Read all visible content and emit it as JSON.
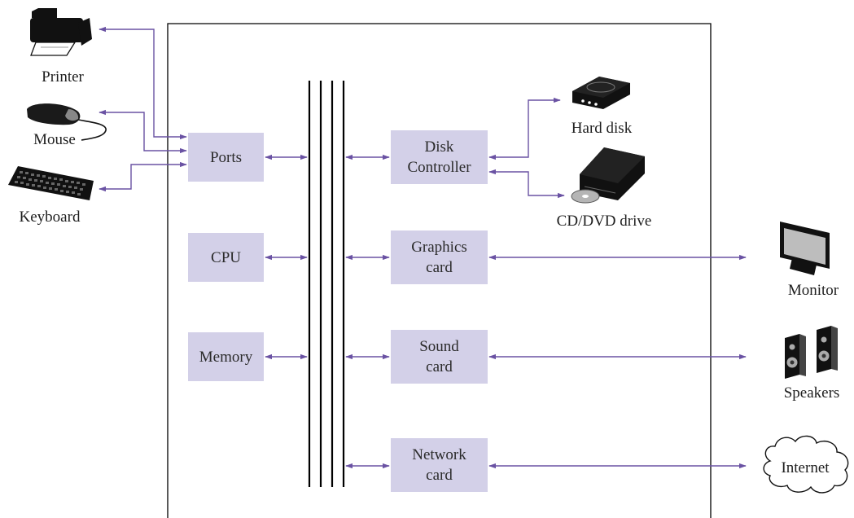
{
  "colors": {
    "box_fill": "#d3d0e8",
    "connector": "#6a52a3",
    "frame": "#000000",
    "device": "#111111"
  },
  "components": {
    "ports": "Ports",
    "cpu": "CPU",
    "memory": "Memory",
    "disk_controller": "Disk\nController",
    "graphics_card": "Graphics\ncard",
    "sound_card": "Sound\ncard",
    "network_card": "Network\ncard"
  },
  "devices": {
    "printer": "Printer",
    "mouse": "Mouse",
    "keyboard": "Keyboard",
    "hard_disk": "Hard disk",
    "cd_dvd_drive": "CD/DVD drive",
    "monitor": "Monitor",
    "speakers": "Speakers",
    "internet": "Internet"
  },
  "icons": [
    "printer-icon",
    "mouse-icon",
    "keyboard-icon",
    "hard-disk-icon",
    "cd-dvd-drive-icon",
    "monitor-icon",
    "speakers-icon",
    "cloud-icon"
  ]
}
